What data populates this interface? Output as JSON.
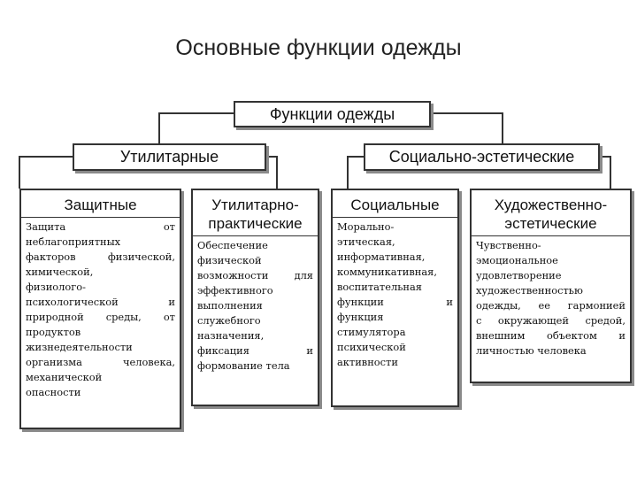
{
  "slide_title": "Основные функции одежды",
  "root": "Функции одежды",
  "groups": {
    "utilitarian": "Утилитарные",
    "social_aesthetic": "Социально-эстетические"
  },
  "columns": [
    {
      "heading": [
        "Защитные"
      ],
      "lines": [
        [
          "Защита",
          "от"
        ],
        [
          "неблагоприятных"
        ],
        [
          "факторов",
          "физической,"
        ],
        [
          "химической,"
        ],
        [
          "физиолого-"
        ],
        [
          "психологической",
          "и"
        ],
        [
          "природной",
          "среды,",
          "от"
        ],
        [
          "продуктов"
        ],
        [
          "жизнедеятельности"
        ],
        [
          "организма",
          "человека,"
        ],
        [
          "механической"
        ],
        [
          "опасности"
        ]
      ]
    },
    {
      "heading": [
        "Утилитарно-",
        "практические"
      ],
      "lines": [
        [
          "Обеспечение"
        ],
        [
          "физической"
        ],
        [
          "возможности",
          "для"
        ],
        [
          "эффективного"
        ],
        [
          "выполнения"
        ],
        [
          "служебного"
        ],
        [
          "назначения,"
        ],
        [
          "фиксация",
          "и"
        ],
        [
          "формование тела"
        ]
      ]
    },
    {
      "heading": [
        "Социальные"
      ],
      "lines": [
        [
          "Морально-"
        ],
        [
          "этическая,"
        ],
        [
          "информативная,"
        ],
        [
          "коммуникативная,"
        ],
        [
          "воспитательная"
        ],
        [
          "функции",
          "и"
        ],
        [
          "функция"
        ],
        [
          "стимулятора"
        ],
        [
          "психической"
        ],
        [
          "активности"
        ]
      ]
    },
    {
      "heading": [
        "Художественно-",
        "эстетические"
      ],
      "lines": [
        [
          "Чувственно-"
        ],
        [
          "эмоциональное"
        ],
        [
          "удовлетворение"
        ],
        [
          "художественностью"
        ],
        [
          "одежды,",
          "ее",
          "гармонией"
        ],
        [
          "с",
          "окружающей",
          "средой,"
        ],
        [
          "внешним",
          "объектом",
          "и"
        ],
        [
          "личностью человека"
        ]
      ]
    }
  ]
}
